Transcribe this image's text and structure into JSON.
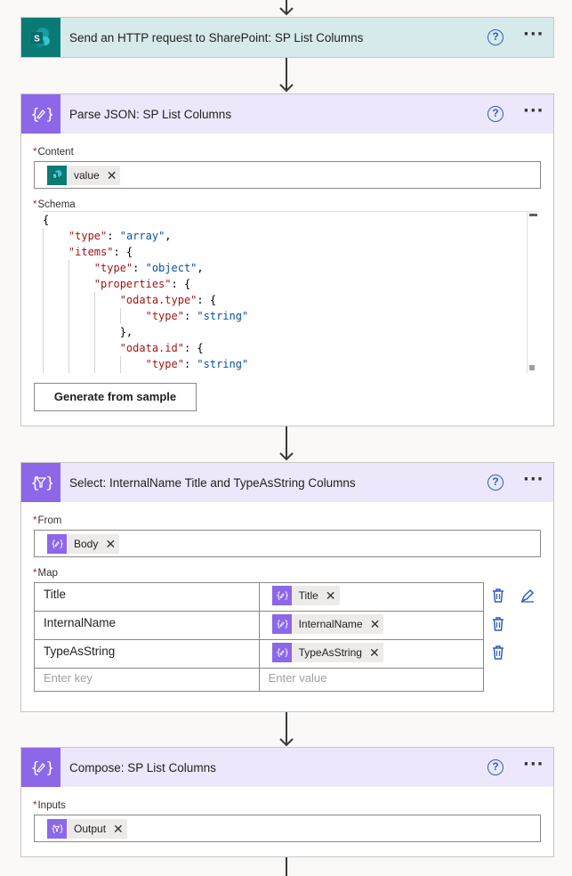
{
  "steps": {
    "http": {
      "title": "Send an HTTP request to SharePoint: SP List Columns"
    },
    "parse": {
      "title": "Parse JSON: SP List Columns",
      "content_label": "Content",
      "content_token": "value",
      "schema_label": "Schema",
      "schema_lines": [
        "{",
        "    \"type\": \"array\",",
        "    \"items\": {",
        "        \"type\": \"object\",",
        "        \"properties\": {",
        "            \"odata.type\": {",
        "                \"type\": \"string\"",
        "            },",
        "            \"odata.id\": {",
        "                \"type\": \"string\""
      ],
      "generate_button": "Generate from sample"
    },
    "select": {
      "title": "Select: InternalName Title and TypeAsString Columns",
      "from_label": "From",
      "from_token": "Body",
      "map_label": "Map",
      "rows": [
        {
          "key": "Title",
          "value_token": "Title"
        },
        {
          "key": "InternalName",
          "value_token": "InternalName"
        },
        {
          "key": "TypeAsString",
          "value_token": "TypeAsString"
        }
      ],
      "key_placeholder": "Enter key",
      "value_placeholder": "Enter value"
    },
    "compose": {
      "title": "Compose: SP List Columns",
      "inputs_label": "Inputs",
      "inputs_token": "Output"
    }
  },
  "required_marker": "*",
  "help_glyph": "?",
  "more_glyph": "···",
  "remove_glyph": "✕",
  "colors": {
    "sharepoint_teal": "#0b7a75",
    "action_purple": "#8c67e8",
    "sp_header_bg": "#d7eaeb",
    "purple_header_bg": "#ece7fa",
    "help_blue": "#2b5fbd"
  }
}
